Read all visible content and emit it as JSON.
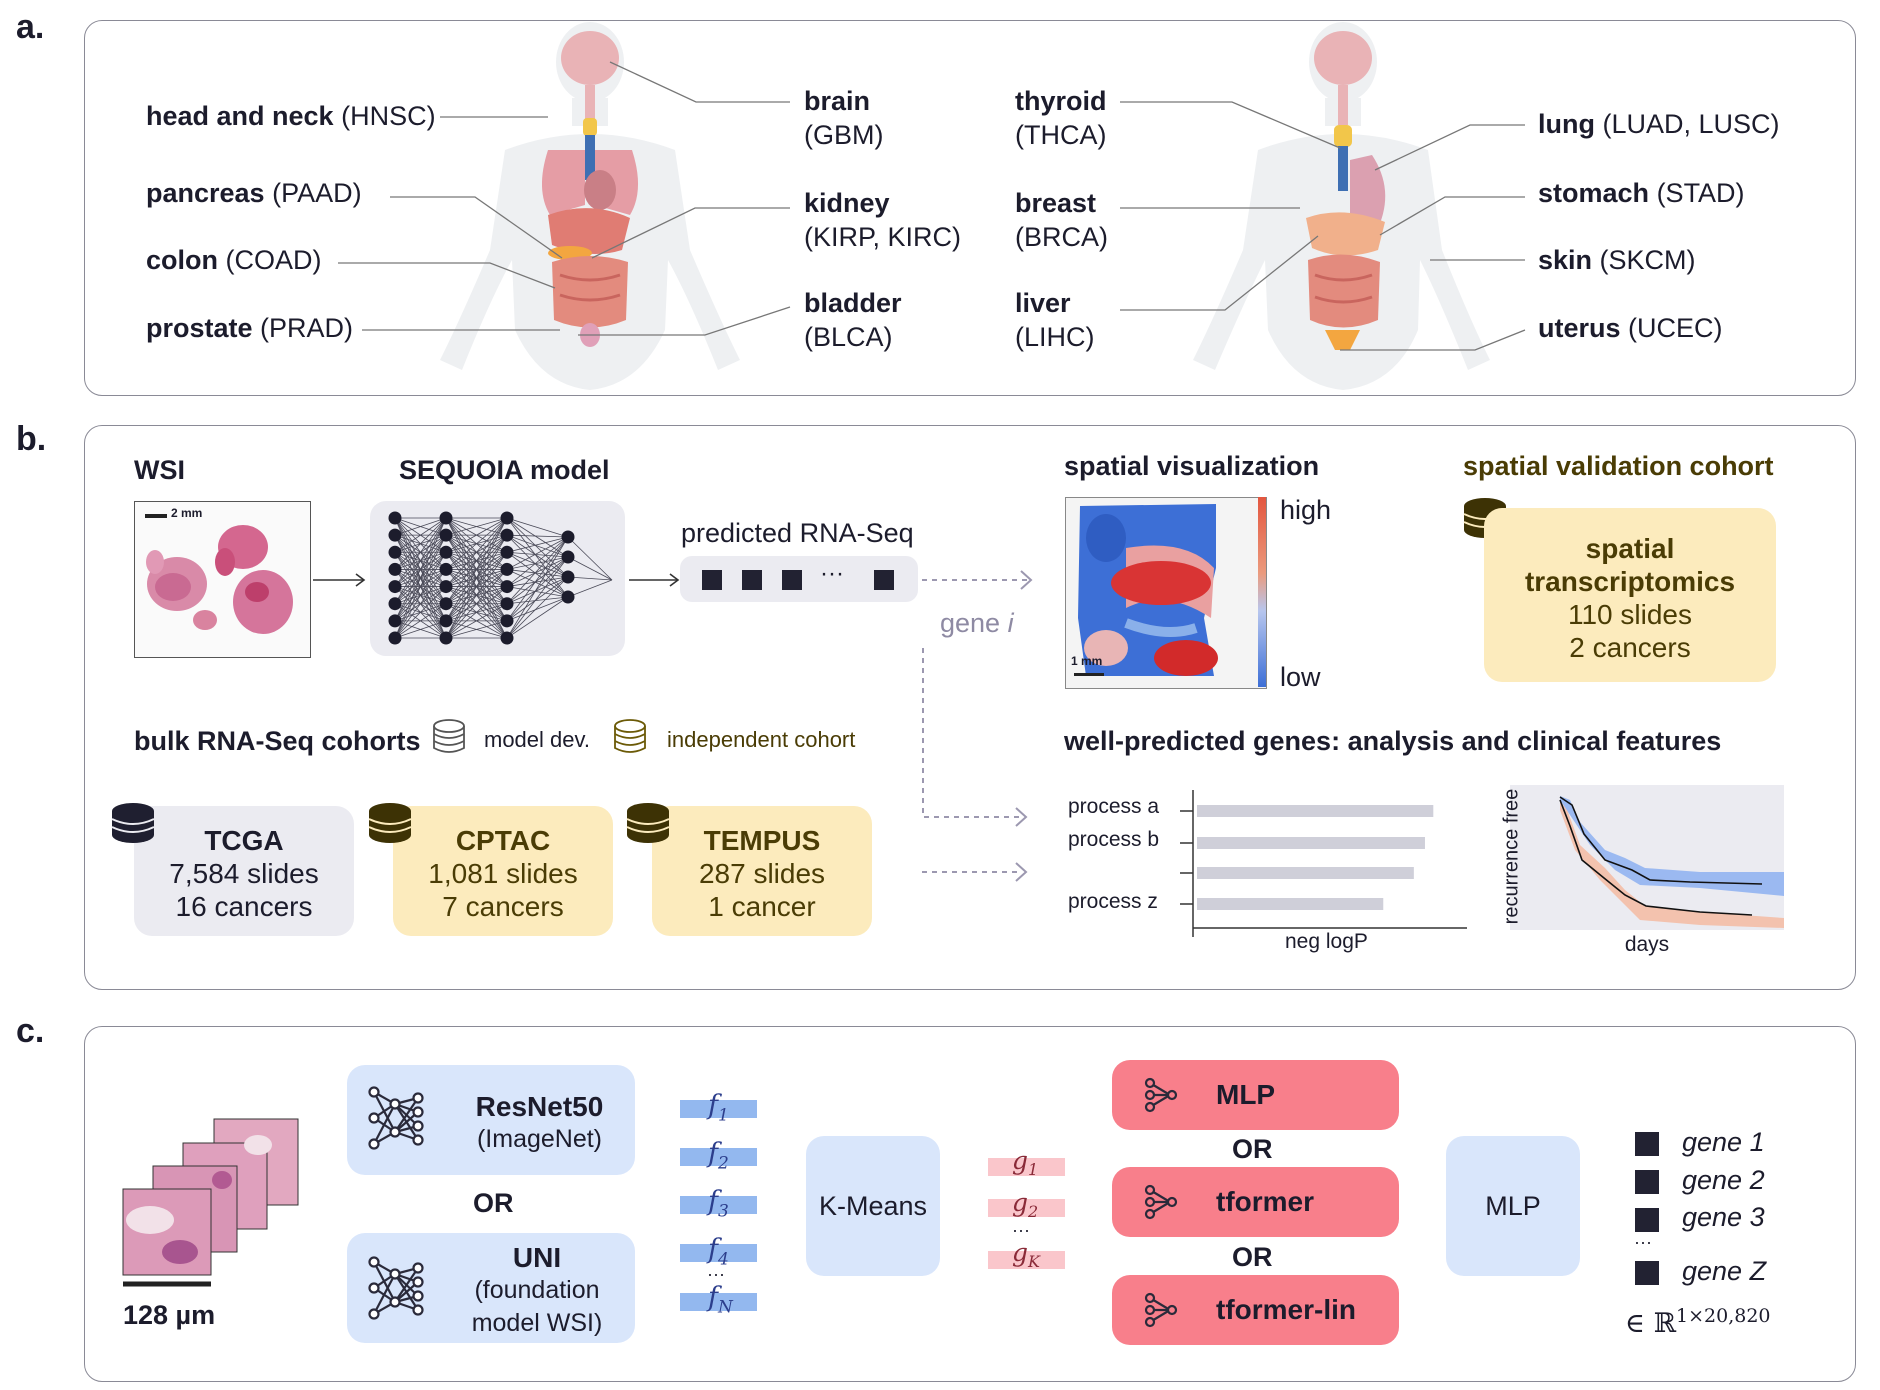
{
  "panels": {
    "a": "a.",
    "b": "b.",
    "c": "c."
  },
  "panel_a": {
    "organs": [
      {
        "name": "head and neck",
        "code": "(HNSC)"
      },
      {
        "name": "pancreas",
        "code": "(PAAD)"
      },
      {
        "name": "colon",
        "code": "(COAD)"
      },
      {
        "name": "prostate",
        "code": "(PRAD)"
      },
      {
        "name": "brain",
        "code": "(GBM)"
      },
      {
        "name": "kidney",
        "code": "(KIRP, KIRC)"
      },
      {
        "name": "bladder",
        "code": "(BLCA)"
      },
      {
        "name": "thyroid",
        "code": "(THCA)"
      },
      {
        "name": "breast",
        "code": "(BRCA)"
      },
      {
        "name": "liver",
        "code": "(LIHC)"
      },
      {
        "name": "lung",
        "code": "(LUAD, LUSC)"
      },
      {
        "name": "stomach",
        "code": "(STAD)"
      },
      {
        "name": "skin",
        "code": "(SKCM)"
      },
      {
        "name": "uterus",
        "code": "(UCEC)"
      }
    ]
  },
  "panel_b": {
    "wsi_title": "WSI",
    "scale_2mm": "2 mm",
    "model_title": "SEQUOIA model",
    "predicted_label": "predicted RNA-Seq",
    "dots": "···",
    "gene_label": "gene",
    "gene_italic": "i",
    "spatial_vis_title": "spatial visualization",
    "high": "high",
    "low": "low",
    "scale_1mm": "1 mm",
    "spatial_cohort_title": "spatial validation cohort",
    "spatial_card": {
      "title1": "spatial",
      "title2": "transcriptomics",
      "line1": "110 slides",
      "line2": "2 cancers"
    },
    "bulk_title": "bulk RNA-Seq cohorts",
    "legend_dev": "model dev.",
    "legend_indep": "independent cohort",
    "cohorts": [
      {
        "title": "TCGA",
        "line1": "7,584 slides",
        "line2": "16 cancers"
      },
      {
        "title": "CPTAC",
        "line1": "1,081 slides",
        "line2": "7 cancers"
      },
      {
        "title": "TEMPUS",
        "line1": "287 slides",
        "line2": "1 cancer"
      }
    ],
    "well_title": "well-predicted genes: analysis and clinical features",
    "processes": [
      "process a",
      "process b",
      "",
      "process z"
    ],
    "process_bar_fraction": [
      0.85,
      0.82,
      0.78,
      0.67
    ],
    "neglogp": "neg logP",
    "recurrence": "recurrence free",
    "days": "days",
    "colors": {
      "blue_curve": "#5b8fe8",
      "orange_curve": "#eb9a7d"
    }
  },
  "panel_c": {
    "scale_label": "128 µm",
    "encoders": [
      {
        "title": "ResNet50",
        "sub1": "(ImageNet)",
        "sub2": ""
      },
      {
        "title": "UNI",
        "sub1": "(foundation",
        "sub2": "model WSI)"
      }
    ],
    "or": "OR",
    "features": [
      "f",
      "f",
      "f",
      "f",
      "f"
    ],
    "feature_subs": [
      "1",
      "2",
      "3",
      "4",
      "N"
    ],
    "kmeans": "K-Means",
    "clusters": [
      "g",
      "g",
      "g"
    ],
    "cluster_subs": [
      "1",
      "2",
      "K"
    ],
    "ellipsis": "···",
    "aggregators": [
      "MLP",
      "tformer",
      "tformer-lin"
    ],
    "head": "MLP",
    "genes": [
      "gene 1",
      "gene 2",
      "gene 3",
      "gene Z"
    ],
    "output_space": "∈ ℝ",
    "output_sup": "1×20,820"
  }
}
